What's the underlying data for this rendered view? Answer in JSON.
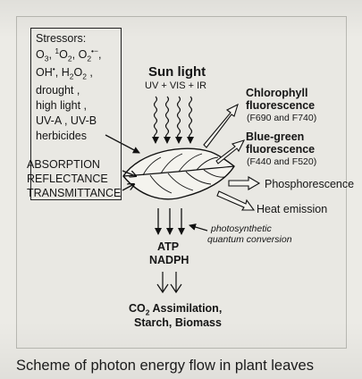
{
  "stressors": {
    "title": "Stressors:",
    "items_line2": [
      {
        "base": "O",
        "sub": "3",
        "sep": ", "
      },
      {
        "sup": "1",
        "base": "O",
        "sub": "2",
        "sep": ", "
      },
      {
        "base": "O",
        "sub": "2",
        "sup2": "•−",
        "sep": ","
      }
    ],
    "items_line3": [
      {
        "base": "OH",
        "sup2": "•",
        "sep": ",  "
      },
      {
        "base": "H",
        "sub": "2",
        "base2": "O",
        "sub2": "2",
        "sep": " ,"
      }
    ],
    "line4": "drought ,",
    "line5": "high light ,",
    "line6": "UV-A ,  UV-B",
    "line7": "herbicides"
  },
  "sunlight": {
    "title": "Sun light",
    "spectrum": "UV + VIS + IR"
  },
  "left_labels": [
    "ABSORPTION",
    "REFLECTANCE",
    "TRANSMITTANCE"
  ],
  "outputs": {
    "chl_title_1": "Chlorophyll",
    "chl_title_2": "fluorescence",
    "chl_detail": "(F690 and F740)",
    "bg_title_1": "Blue-green",
    "bg_title_2": "fluorescence",
    "bg_detail": "(F440 and F520)",
    "phosphorescence": "Phosphorescence",
    "heat": "Heat emission"
  },
  "conversion": {
    "line1": "photosynthetic",
    "line2": "quantum conversion",
    "atp": "ATP",
    "nadph": "NADPH"
  },
  "products": {
    "co2_base": "CO",
    "co2_sub": "2",
    "co2_rest": " Assimilation,",
    "line2": "Starch, Biomass"
  },
  "caption": "Scheme of photon energy flow in plant leaves"
}
